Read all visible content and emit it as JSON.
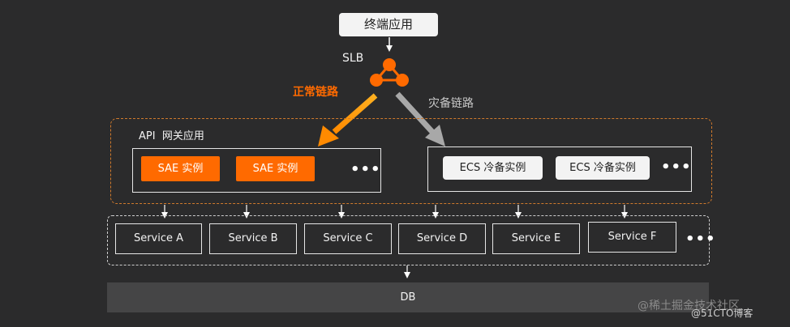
{
  "client": {
    "label": "终端应用"
  },
  "slb": {
    "label": "SLB"
  },
  "links": {
    "normal": "正常链路",
    "disaster": "灾备链路"
  },
  "gateway": {
    "label": "API  网关应用",
    "sae_instances": [
      "SAE 实例",
      "SAE 实例"
    ],
    "ecs_instances": [
      "ECS 冷备实例",
      "ECS 冷备实例"
    ],
    "more": "•••"
  },
  "services": {
    "items": [
      "Service A",
      "Service B",
      "Service C",
      "Service D",
      "Service E",
      "Service F"
    ],
    "more": "•••"
  },
  "db": {
    "label": "DB"
  },
  "watermark": {
    "text": "@稀土掘金技术社区",
    "sub": "@51CTO博客"
  },
  "colors": {
    "accent": "#ff6a00",
    "background": "#2b2b2c",
    "disaster_arrow": "#a8a8a8"
  }
}
